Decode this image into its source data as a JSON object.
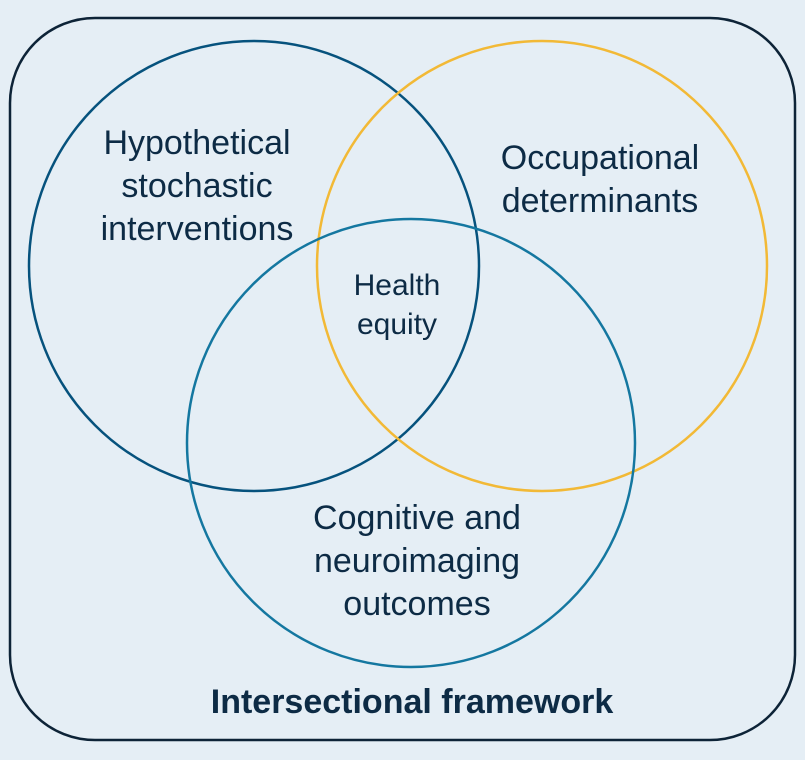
{
  "diagram": {
    "framework_label": "Intersectional framework",
    "sets": [
      {
        "name": "set-hypothetical",
        "lines": [
          "Hypothetical",
          "stochastic",
          "interventions"
        ],
        "color": "#06527d"
      },
      {
        "name": "set-occupational",
        "lines": [
          "Occupational",
          "determinants"
        ],
        "color": "#f2b936"
      },
      {
        "name": "set-cognitive",
        "lines": [
          "Cognitive and",
          "neuroimaging",
          "outcomes"
        ],
        "color": "#1477a0"
      }
    ],
    "center": {
      "lines": [
        "Health",
        "equity"
      ]
    },
    "colors": {
      "background": "#e5eef5",
      "frame": "#0d2337",
      "text": "#0d2b45"
    }
  }
}
